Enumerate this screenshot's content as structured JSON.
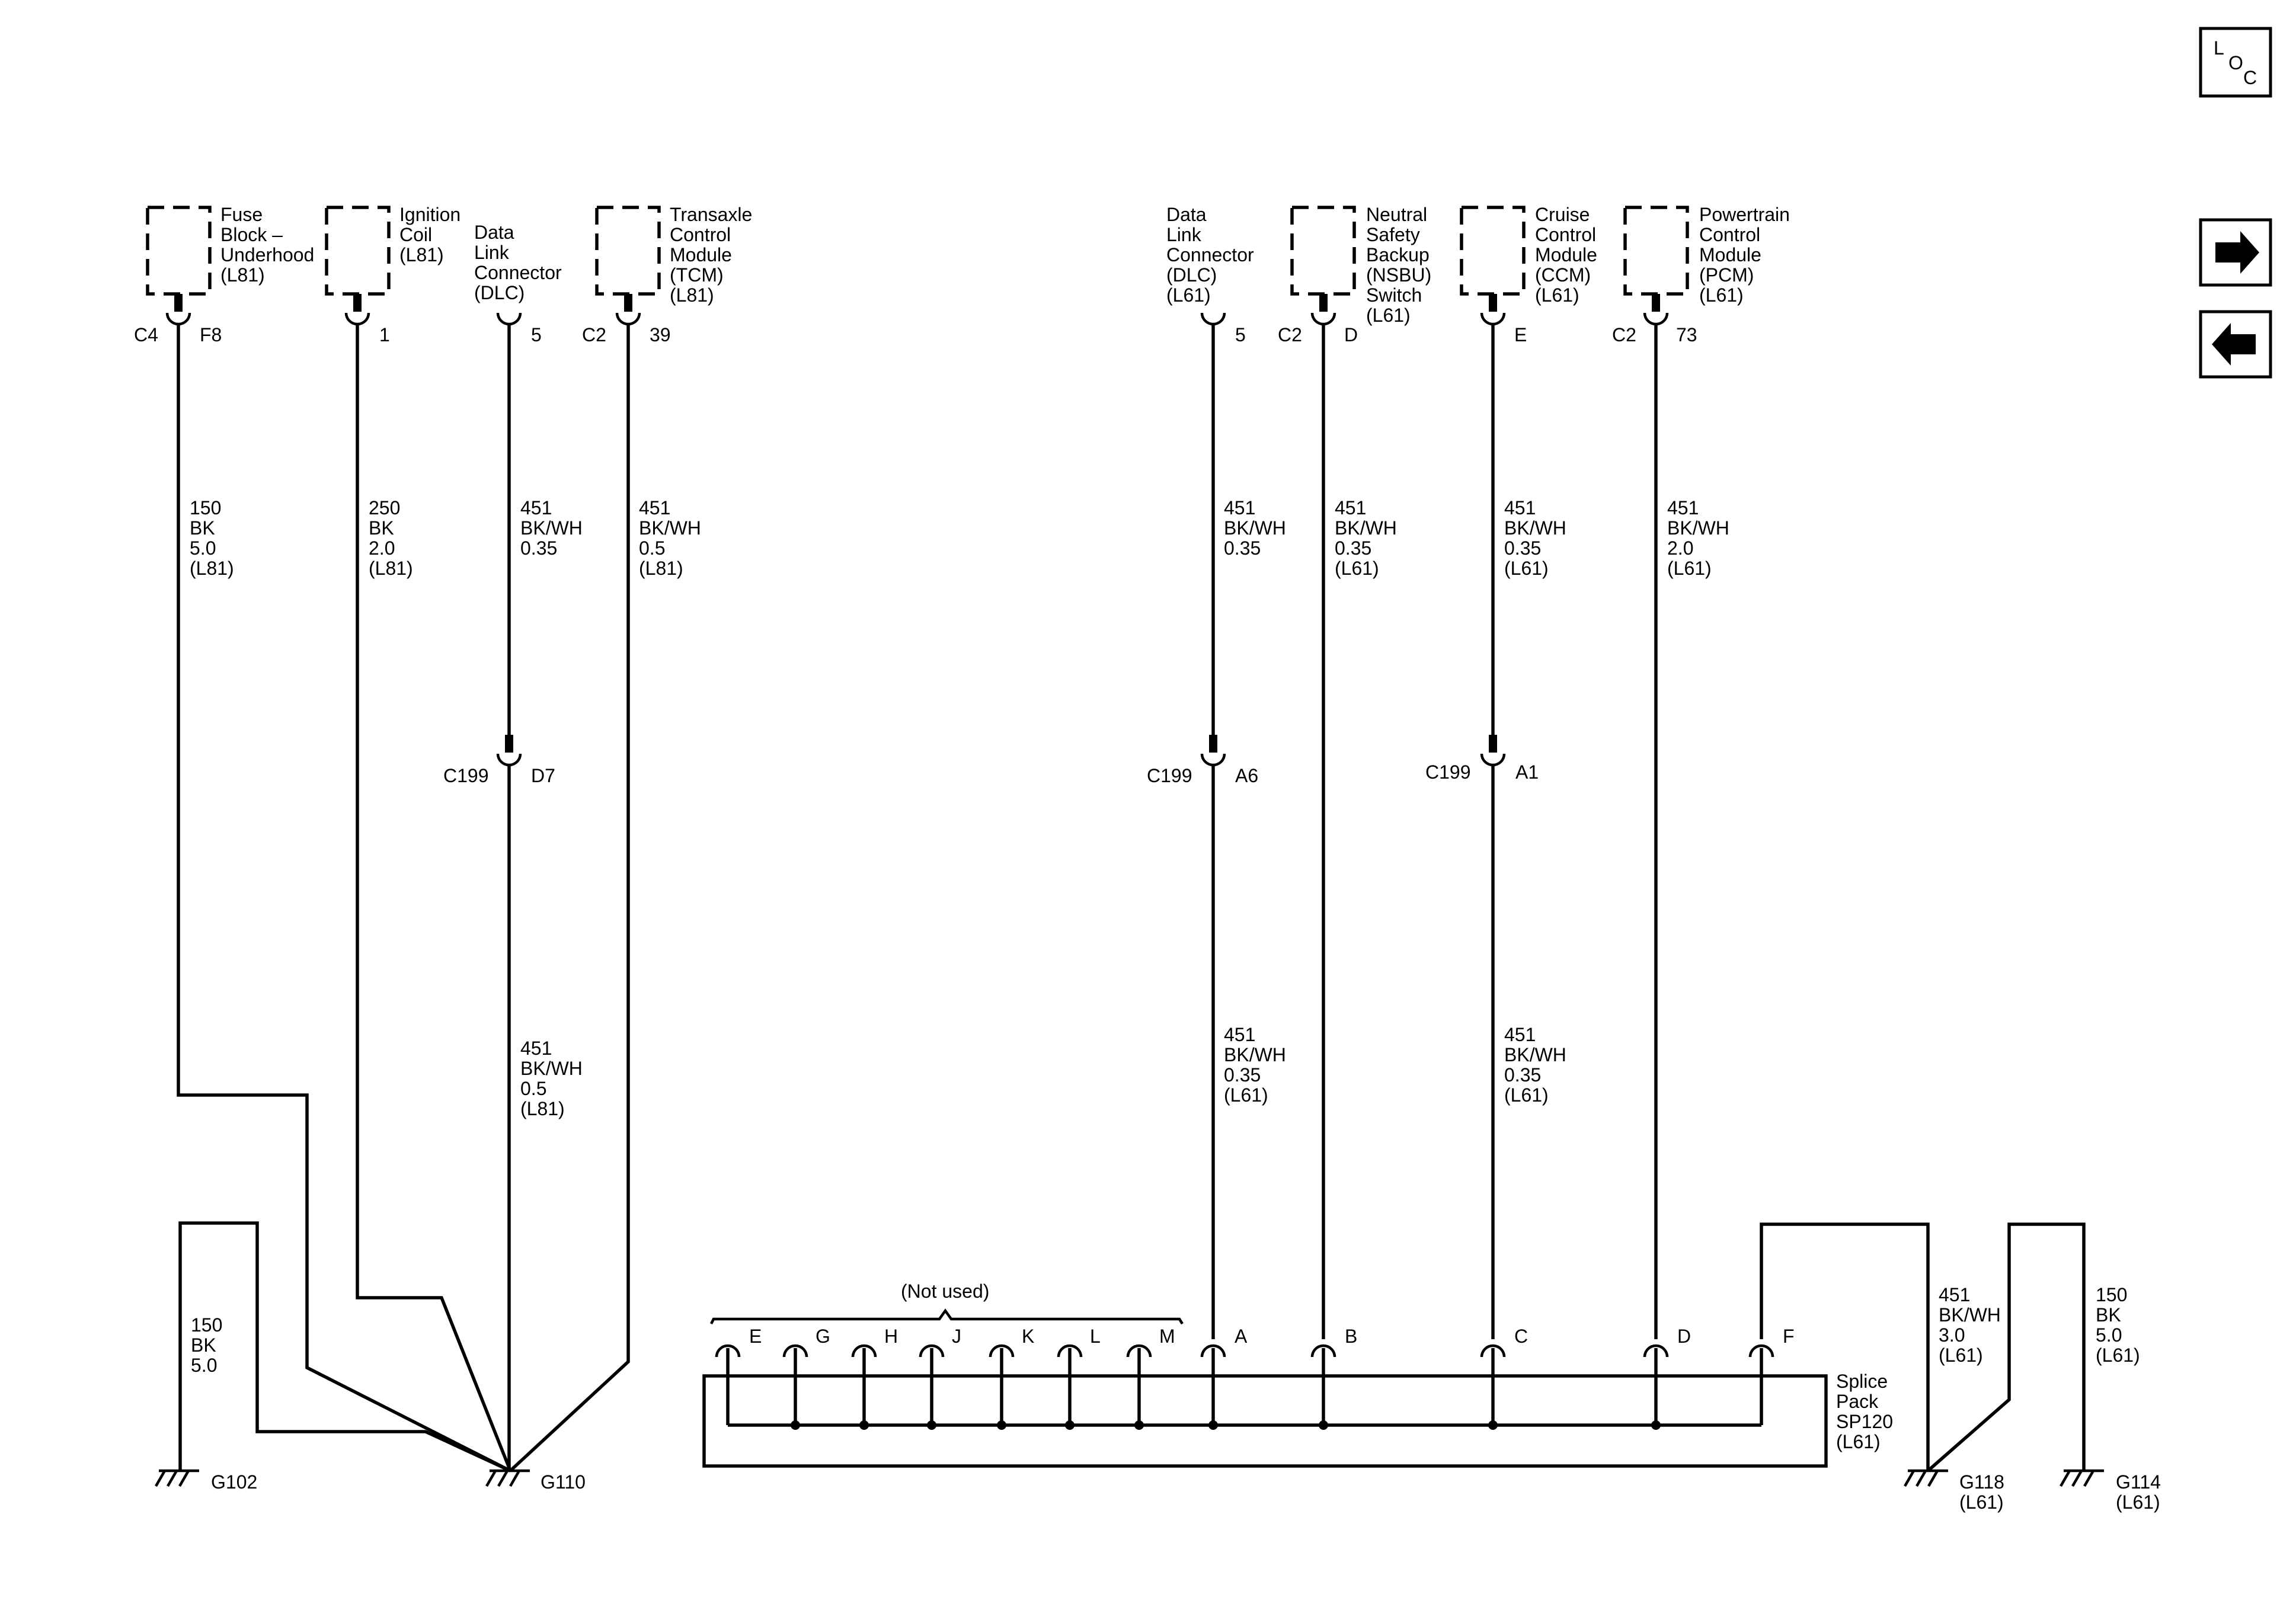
{
  "nav": {
    "loc": [
      "L",
      "O",
      "C"
    ]
  },
  "components": {
    "fuse_block": [
      "Fuse",
      "Block –",
      "Underhood",
      "(L81)"
    ],
    "ignition_coil": [
      "Ignition",
      "Coil",
      "(L81)"
    ],
    "dlc_l81": [
      "Data",
      "Link",
      "Connector",
      "(DLC)"
    ],
    "tcm": [
      "Transaxle",
      "Control",
      "Module",
      "(TCM)",
      "(L81)"
    ],
    "dlc_l61": [
      "Data",
      "Link",
      "Connector",
      "(DLC)",
      "(L61)"
    ],
    "nsbu": [
      "Neutral",
      "Safety",
      "Backup",
      "(NSBU)",
      "Switch",
      "(L61)"
    ],
    "ccm": [
      "Cruise",
      "Control",
      "Module",
      "(CCM)",
      "(L61)"
    ],
    "pcm": [
      "Powertrain",
      "Control",
      "Module",
      "(PCM)",
      "(L61)"
    ],
    "splice": [
      "Splice",
      "Pack",
      "SP120",
      "(L61)"
    ]
  },
  "pins": {
    "fuse_conn": "C4",
    "fuse_pin": "F8",
    "coil_pin": "1",
    "dlc81_pin": "5",
    "tcm_conn": "C2",
    "tcm_pin": "39",
    "dlc61_pin": "5",
    "nsbu_conn": "C2",
    "nsbu_pin": "D",
    "ccm_pin": "E",
    "pcm_conn": "C2",
    "pcm_pin": "73",
    "c199_a_conn": "C199",
    "c199_a_pin": "D7",
    "c199_b_conn": "C199",
    "c199_b_pin": "A6",
    "c199_c_conn": "C199",
    "c199_c_pin": "A1"
  },
  "wires": {
    "w_fuse": [
      "150",
      "BK",
      "5.0",
      "(L81)"
    ],
    "w_coil": [
      "250",
      "BK",
      "2.0",
      "(L81)"
    ],
    "w_dlc81_top": [
      "451",
      "BK/WH",
      "0.35"
    ],
    "w_tcm": [
      "451",
      "BK/WH",
      "0.5",
      "(L81)"
    ],
    "w_dlc81_bot": [
      "451",
      "BK/WH",
      "0.5",
      "(L81)"
    ],
    "w_g102": [
      "150",
      "BK",
      "5.0"
    ],
    "w_dlc61_top": [
      "451",
      "BK/WH",
      "0.35"
    ],
    "w_dlc61_bot": [
      "451",
      "BK/WH",
      "0.35",
      "(L61)"
    ],
    "w_nsbu": [
      "451",
      "BK/WH",
      "0.35",
      "(L61)"
    ],
    "w_ccm_top": [
      "451",
      "BK/WH",
      "0.35",
      "(L61)"
    ],
    "w_ccm_bot": [
      "451",
      "BK/WH",
      "0.35",
      "(L61)"
    ],
    "w_pcm": [
      "451",
      "BK/WH",
      "2.0",
      "(L61)"
    ],
    "w_g118": [
      "451",
      "BK/WH",
      "3.0",
      "(L61)"
    ],
    "w_g114": [
      "150",
      "BK",
      "5.0",
      "(L61)"
    ]
  },
  "splice_pins": [
    "E",
    "G",
    "H",
    "J",
    "K",
    "L",
    "M",
    "A",
    "B",
    "C",
    "D",
    "F"
  ],
  "not_used": "(Not used)",
  "grounds": {
    "g102": [
      "G102"
    ],
    "g110": [
      "G110"
    ],
    "g118": [
      "G118",
      "(L61)"
    ],
    "g114": [
      "G114",
      "(L61)"
    ]
  }
}
